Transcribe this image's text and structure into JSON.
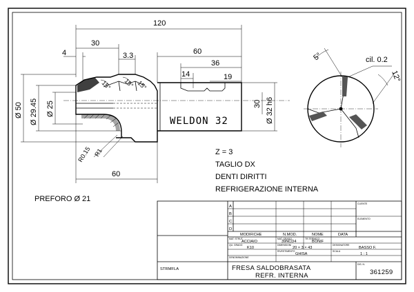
{
  "dimensions": {
    "total_length": "120",
    "d4": "4",
    "d30_top": "30",
    "d3_3": "3.3",
    "d60_top": "60",
    "d36": "36",
    "d14": "14",
    "d19": "19",
    "d60_bottom": "60",
    "dia50": "Ø 50",
    "dia29_45": "Ø 29.45",
    "dia25": "Ø 25",
    "dia32": "Ø 32 h6",
    "d30_side": "30",
    "r015": "R0.15",
    "r1": "R1",
    "angle15": "15°",
    "angle5": "5°",
    "angle12": "12°",
    "cil": "cil. 0.2"
  },
  "shank_label": "WELDON 32",
  "notes": [
    "Z = 3",
    "TAGLIO DX",
    "DENTI DIRITTI",
    "REFRIGERAZIONE INTERNA"
  ],
  "preforo": "PREFORO Ø 21",
  "title_block": {
    "rev_letters": [
      "A",
      "B",
      "C",
      "D"
    ],
    "col_headers": [
      "MODIFICHE",
      "N.MOD.",
      "NOME",
      "DATA"
    ],
    "right_labels": [
      "CLIENTE",
      "ELEMENTO"
    ],
    "material_label": "MAT. STRUT.",
    "material": "ACCIAIO",
    "grade_label": "MAT. GRADO",
    "grade": "39NCD4",
    "treatment_label": "TR.TERMICO",
    "treatment": "BONIF",
    "hardness_label": "QU. GRADO",
    "hardness": "K10",
    "size_label": "DIMENSIONI",
    "size": "20 × 3 × 43",
    "design_label": "DESIGNATORE",
    "design": "BASSO F.",
    "coating_label": "RIVESTIMENTO",
    "coating": "GHISA",
    "scale_label": "SCALA",
    "scale": "1 : 1",
    "notes_label": "DENOMINAZIONE",
    "company": "STRMFLA",
    "title_line1": "FRESA SALDOBRASATA",
    "title_line2": "REFR. INTERNA",
    "drawing_no_label": "DIS. N.",
    "drawing_no": "361259"
  }
}
